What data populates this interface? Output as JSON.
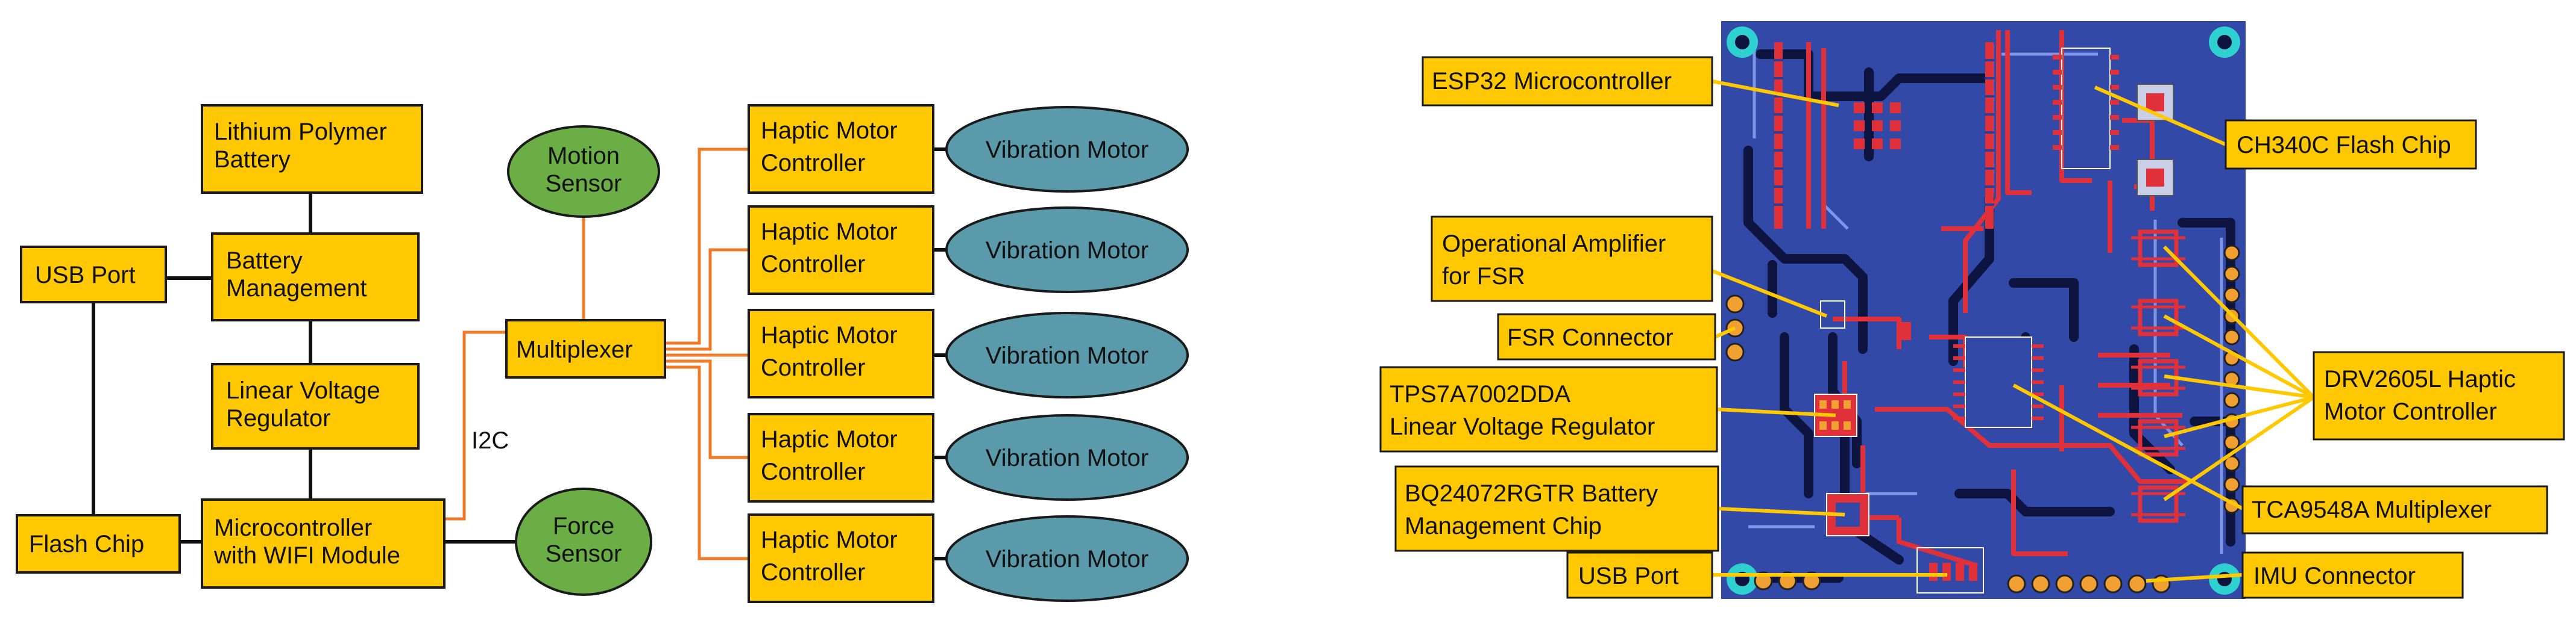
{
  "colors": {
    "box_fill": "#FFC800",
    "box_stroke": "#1a1a1a",
    "motor_fill": "#5B9AAB",
    "sensor_fill": "#6AAE45",
    "orange_line": "#F07A28",
    "black_line": "#111111",
    "pcb_fill": "#3249A8",
    "trace_red": "#E0303A",
    "leader": "#FFC800"
  },
  "block_diagram": {
    "battery": "Lithium Polymer\nBattery",
    "usb_port": "USB Port",
    "battery_management": "Battery\nManagement",
    "linear_regulator": "Linear Voltage\nRegulator",
    "flash_chip": "Flash Chip",
    "microcontroller": "Microcontroller\nwith WIFI Module",
    "motion_sensor": "Motion\nSensor",
    "force_sensor": "Force\nSensor",
    "multiplexer": "Multiplexer",
    "i2c_label": "I2C",
    "haptic_controllers": [
      "Haptic Motor\nController",
      "Haptic Motor\nController",
      "Haptic Motor\nController",
      "Haptic Motor\nController",
      "Haptic Motor\nController"
    ],
    "vibration_motors": [
      "Vibration Motor",
      "Vibration Motor",
      "Vibration Motor",
      "Vibration Motor",
      "Vibration Motor"
    ]
  },
  "pcb_labels": {
    "esp32": "ESP32 Microcontroller",
    "opamp": "Operational Amplifier\nfor FSR",
    "fsr_connector": "FSR Connector",
    "tps_regulator": "TPS7A7002DDA\nLinear Voltage Regulator",
    "bq_charger": "BQ24072RGTR Battery\nManagement Chip",
    "usb_port": "USB Port",
    "ch340": "CH340C Flash Chip",
    "drv2605": "DRV2605L Haptic\nMotor Controller",
    "tca9548": "TCA9548A  Multiplexer",
    "imu_connector": "IMU Connector"
  }
}
